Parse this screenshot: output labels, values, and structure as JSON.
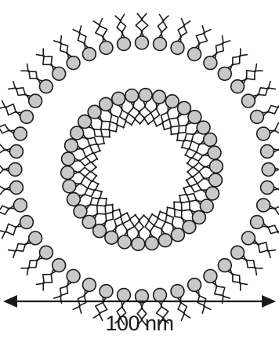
{
  "figure": {
    "scale_bar": {
      "label": "100 nm"
    },
    "colors": {
      "head_fill": "#c8c8c8",
      "stroke": "#1a1a1a",
      "background": "#ffffff"
    },
    "layers": [
      {
        "name": "outer-leaflet",
        "molecule_count": 44
      },
      {
        "name": "inner-leaflet",
        "molecule_count": 34
      }
    ]
  }
}
